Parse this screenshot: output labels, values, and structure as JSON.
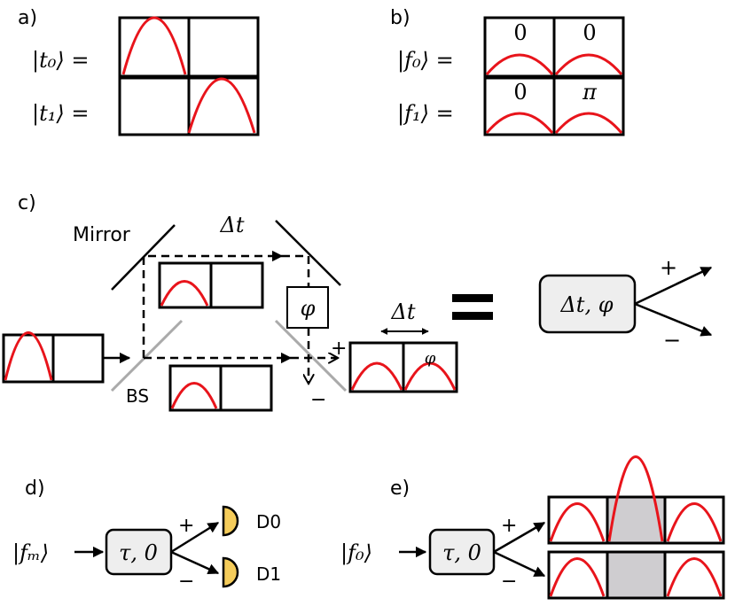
{
  "colors": {
    "pulse": "#e8141b",
    "detector": "#f5cc5a",
    "gray_slot": "#cfcdd0",
    "box_fill": "#eeeeee",
    "beam_splitter": "#aaaaaa"
  },
  "panel_a": {
    "label": "a)",
    "t0_ket": "|t₀⟩ =",
    "t1_ket": "|t₁⟩ ="
  },
  "panel_b": {
    "label": "b)",
    "f0_ket": "|f₀⟩ =",
    "f1_ket": "|f₁⟩ =",
    "f0_phases": [
      "0",
      "0"
    ],
    "f1_phases": [
      "0",
      "π"
    ]
  },
  "panel_c": {
    "label": "c)",
    "mirror_label": "Mirror",
    "delay_label": "Δt",
    "phase_box": "φ",
    "bs_label": "BS",
    "plus": "+",
    "minus": "−",
    "output_delay_label": "Δt",
    "output_phase": "φ",
    "equals": "=",
    "gate_label": "Δt, φ",
    "gate_plus": "+",
    "gate_minus": "−"
  },
  "panel_d": {
    "label": "d)",
    "input_ket": "|fₘ⟩",
    "gate_label": "τ, 0",
    "plus": "+",
    "minus": "−",
    "detector0": "D0",
    "detector1": "D1"
  },
  "panel_e": {
    "label": "e)",
    "input_ket": "|f₀⟩",
    "gate_label": "τ, 0",
    "plus": "+",
    "minus": "−"
  }
}
